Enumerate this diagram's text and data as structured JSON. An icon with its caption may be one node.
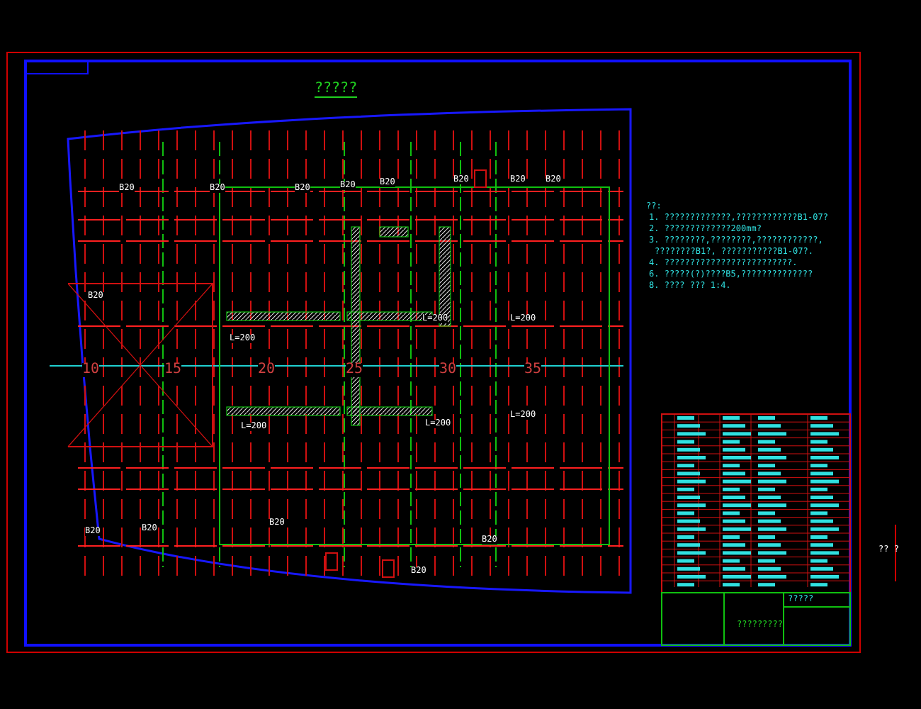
{
  "diagram": {
    "title": "?????",
    "labels": [
      "10",
      "15",
      "20",
      "25",
      "30",
      "35",
      "??:",
      "1. ?????????????,????????????B1-07?",
      "2. ?????????????200mm?",
      "3. ????????,????????,????????????,",
      "????????B1?, ???????????B1-07?.",
      "4. ?????????????????????????.",
      "6. ?????(?)????B5,??????????????",
      "8. ???? ??? 1:4.",
      "B20",
      "B20",
      "B20",
      "B20",
      "B20",
      "B20",
      "B20",
      "B20",
      "B20",
      "B20",
      "B20",
      "B20",
      "B20",
      "B20",
      "L=200",
      "L=200",
      "L=200",
      "L=200",
      "L=200",
      "L=200",
      "?????",
      "?????????",
      "?? ?"
    ]
  }
}
